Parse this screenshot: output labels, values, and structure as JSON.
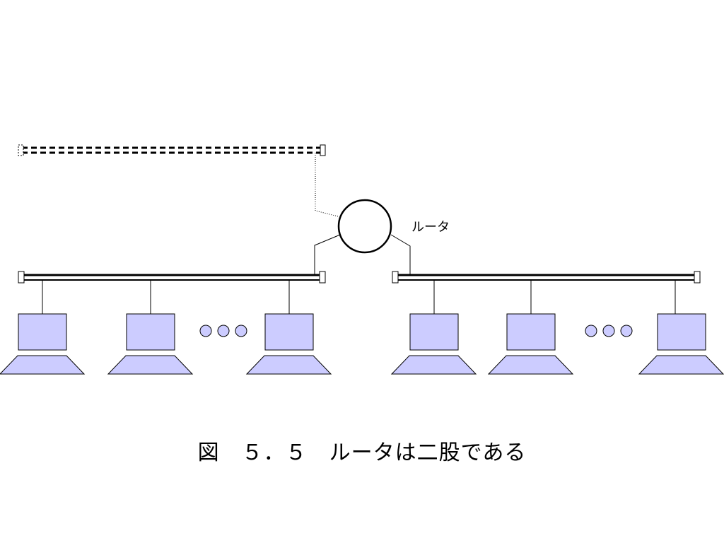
{
  "router": {
    "label": "ルータ",
    "icon": "router-circle-icon"
  },
  "segments": [
    {
      "name": "dashed-upper-segment",
      "style": "dashed",
      "hosts": 0
    },
    {
      "name": "left-lan-segment",
      "style": "double-line",
      "hosts": 3,
      "ellipsis": true
    },
    {
      "name": "right-lan-segment",
      "style": "double-line",
      "hosts": 3,
      "ellipsis": true
    }
  ],
  "host_icon": "computer-icon",
  "colors": {
    "host_fill": "#ccccff",
    "line": "#000000",
    "background": "#ffffff"
  },
  "caption": {
    "text": "図　５．５　ルータは二股である"
  }
}
